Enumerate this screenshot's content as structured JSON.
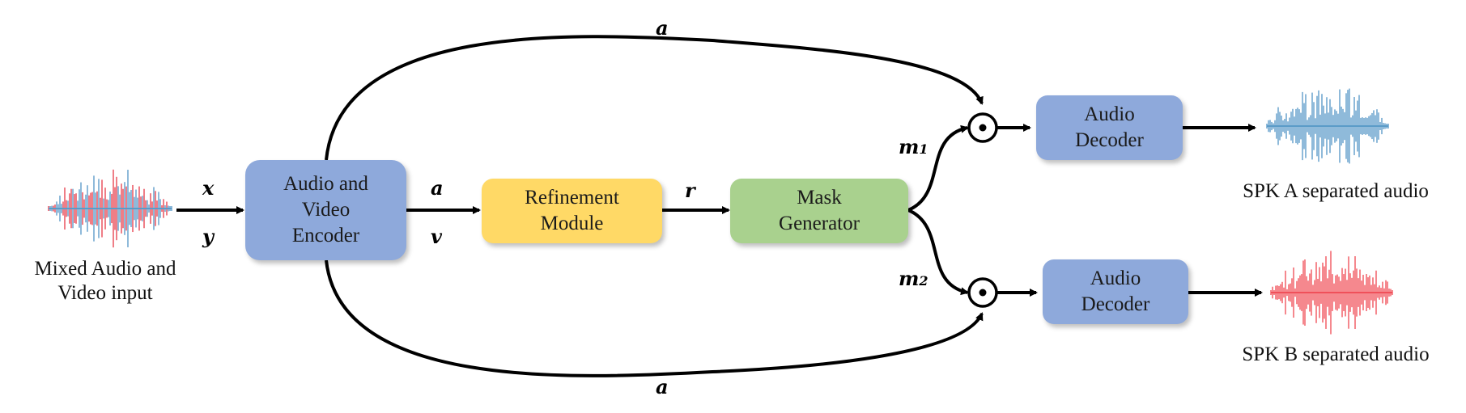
{
  "input": {
    "caption": "Mixed Audio and\nVideo input",
    "symbol_x": "x",
    "symbol_y": "y",
    "wave_colors": [
      "#e8424f",
      "#5b9bc8"
    ]
  },
  "encoder": {
    "label": "Audio and\nVideo\nEncoder",
    "color": "#8ea9db"
  },
  "encoder_out": {
    "a": "a",
    "v": "v"
  },
  "refinement": {
    "label": "Refinement\nModule",
    "color": "#ffd966"
  },
  "refinement_out": {
    "r": "r"
  },
  "mask_gen": {
    "label": "Mask\nGenerator",
    "color": "#a9d18e"
  },
  "masks": {
    "m1": "m",
    "m1_sub": "1",
    "m2": "m",
    "m2_sub": "2"
  },
  "skip": {
    "top": "a",
    "bottom": "a"
  },
  "multiply_symbol": "⊙",
  "decoder_a": {
    "label": "Audio\nDecoder",
    "color": "#8ea9db"
  },
  "decoder_b": {
    "label": "Audio\nDecoder",
    "color": "#8ea9db"
  },
  "output_a": {
    "caption": "SPK A separated audio",
    "wave_color": "#5b9bc8"
  },
  "output_b": {
    "caption": "SPK B separated audio",
    "wave_color": "#f0505a"
  }
}
